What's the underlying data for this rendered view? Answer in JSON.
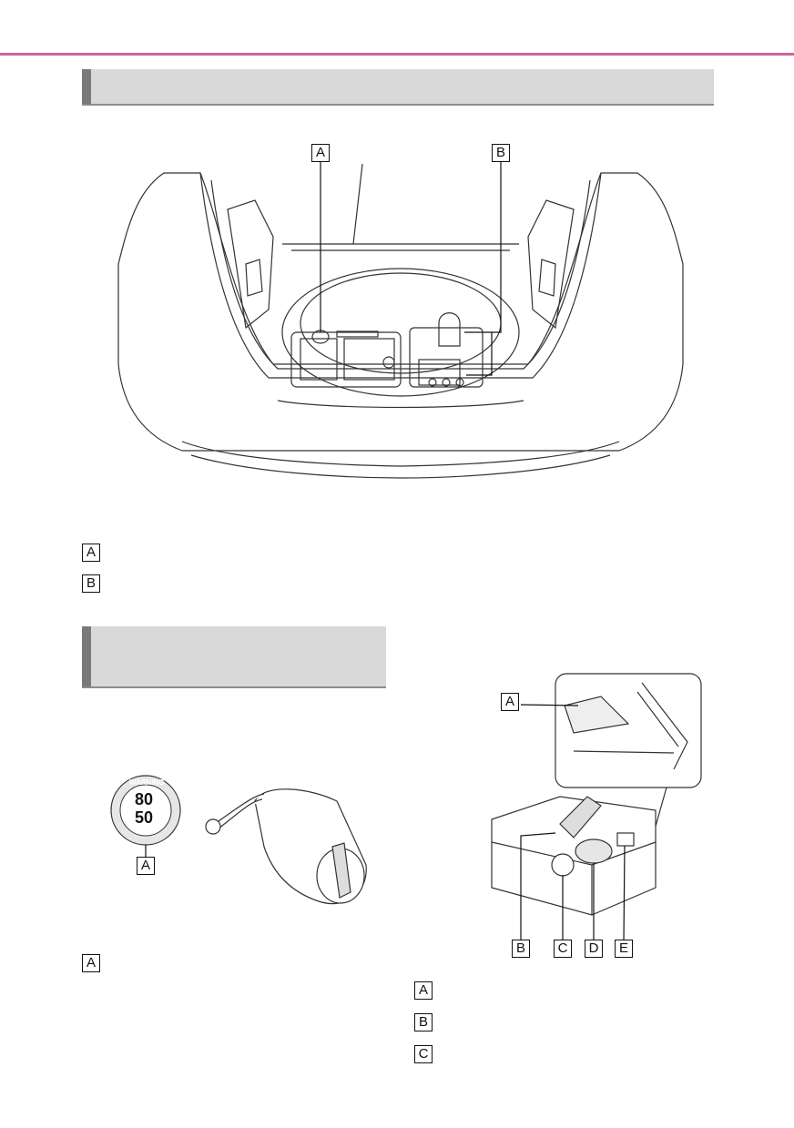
{
  "header": {
    "section1_title": "",
    "section2_title": ""
  },
  "figure_trunk": {
    "callouts": [
      "A",
      "B"
    ]
  },
  "legend_trunk": [
    {
      "label": "A",
      "text": ""
    },
    {
      "label": "B",
      "text": ""
    }
  ],
  "figure_kit": {
    "sticker": {
      "warning_text": "WARNING",
      "speed_top": "80",
      "speed_bottom": "50",
      "callout": "A"
    }
  },
  "legend_kit": [
    {
      "label": "A",
      "text": ""
    }
  ],
  "figure_compressor": {
    "callouts": [
      "A",
      "B",
      "C",
      "D",
      "E"
    ]
  },
  "legend_compressor": [
    {
      "label": "A",
      "text": ""
    },
    {
      "label": "B",
      "text": ""
    },
    {
      "label": "C",
      "text": ""
    }
  ],
  "colors": {
    "top_rule": "#c9639c",
    "section_bar": "#d9d9d9",
    "section_accent": "#7a7a7a"
  }
}
